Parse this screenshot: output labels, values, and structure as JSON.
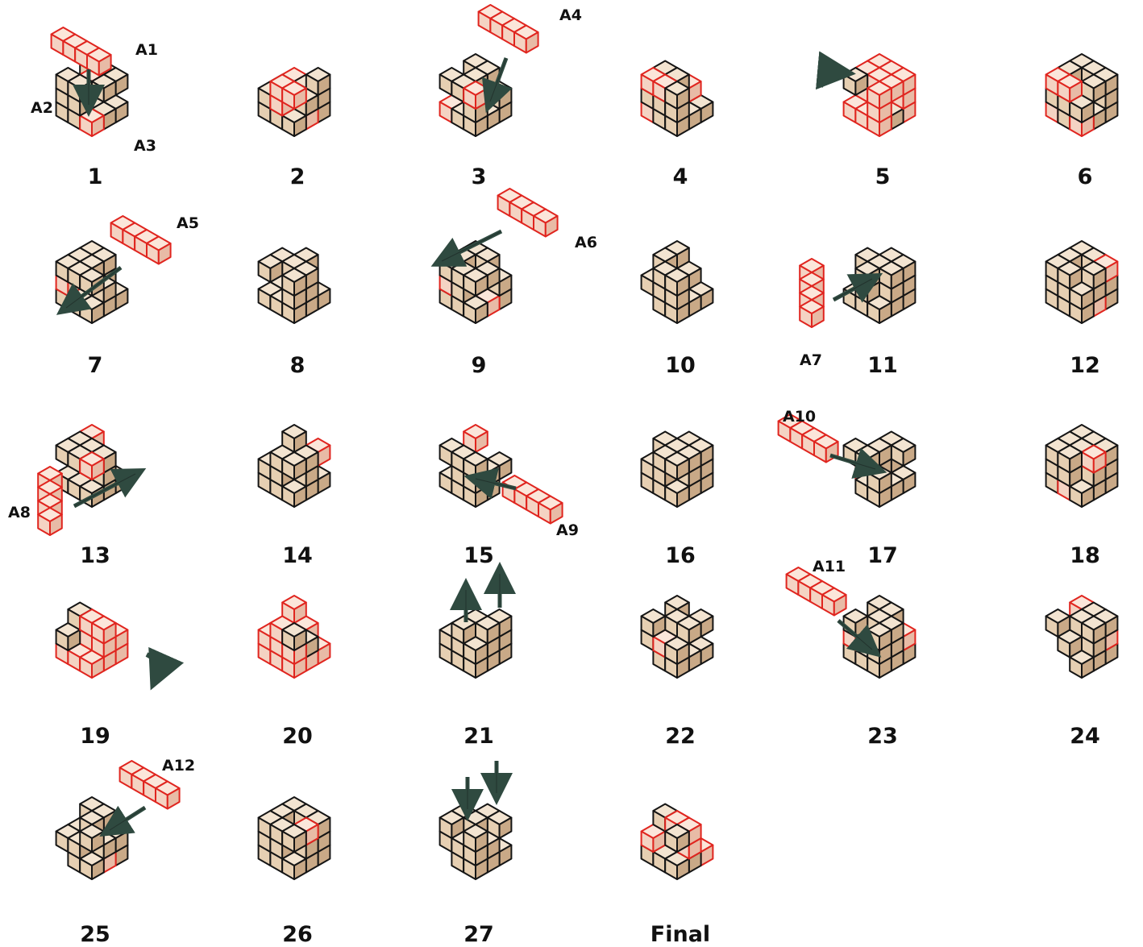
{
  "colors": {
    "wood_top": "#f3e4d1",
    "wood_left": "#e6cfb2",
    "wood_right": "#c9a987",
    "outline": "#151515",
    "highlight_outline": "#e0251f",
    "highlight_fill": "#fbe6da",
    "arrow": "#2f4a40",
    "background": "#ffffff"
  },
  "steps": [
    {
      "label": "1",
      "pieces": [
        "A1",
        "A2",
        "A3"
      ],
      "action": "insert-down"
    },
    {
      "label": "2",
      "pieces": [],
      "action": "none"
    },
    {
      "label": "3",
      "pieces": [
        "A4"
      ],
      "action": "insert-diagonal"
    },
    {
      "label": "4",
      "pieces": [],
      "action": "none"
    },
    {
      "label": "5",
      "pieces": [],
      "action": "rotate"
    },
    {
      "label": "6",
      "pieces": [],
      "action": "none"
    },
    {
      "label": "7",
      "pieces": [
        "A5"
      ],
      "action": "insert-diagonal"
    },
    {
      "label": "8",
      "pieces": [],
      "action": "none"
    },
    {
      "label": "9",
      "pieces": [
        "A6"
      ],
      "action": "insert-diagonal"
    },
    {
      "label": "10",
      "pieces": [],
      "action": "none"
    },
    {
      "label": "11",
      "pieces": [
        "A7"
      ],
      "action": "insert-diagonal"
    },
    {
      "label": "12",
      "pieces": [],
      "action": "none"
    },
    {
      "label": "13",
      "pieces": [
        "A8"
      ],
      "action": "insert-diagonal"
    },
    {
      "label": "14",
      "pieces": [],
      "action": "none"
    },
    {
      "label": "15",
      "pieces": [
        "A9"
      ],
      "action": "insert-left"
    },
    {
      "label": "16",
      "pieces": [],
      "action": "none"
    },
    {
      "label": "17",
      "pieces": [
        "A10"
      ],
      "action": "insert-right"
    },
    {
      "label": "18",
      "pieces": [],
      "action": "none"
    },
    {
      "label": "19",
      "pieces": [],
      "action": "rotate"
    },
    {
      "label": "20",
      "pieces": [],
      "action": "none"
    },
    {
      "label": "21",
      "pieces": [],
      "action": "lift-up"
    },
    {
      "label": "22",
      "pieces": [],
      "action": "none"
    },
    {
      "label": "23",
      "pieces": [
        "A11"
      ],
      "action": "insert-diagonal"
    },
    {
      "label": "24",
      "pieces": [],
      "action": "none"
    },
    {
      "label": "25",
      "pieces": [
        "A12"
      ],
      "action": "insert-diagonal"
    },
    {
      "label": "26",
      "pieces": [],
      "action": "none"
    },
    {
      "label": "27",
      "pieces": [],
      "action": "push-down"
    },
    {
      "label": "Final",
      "pieces": [],
      "action": "none"
    }
  ]
}
